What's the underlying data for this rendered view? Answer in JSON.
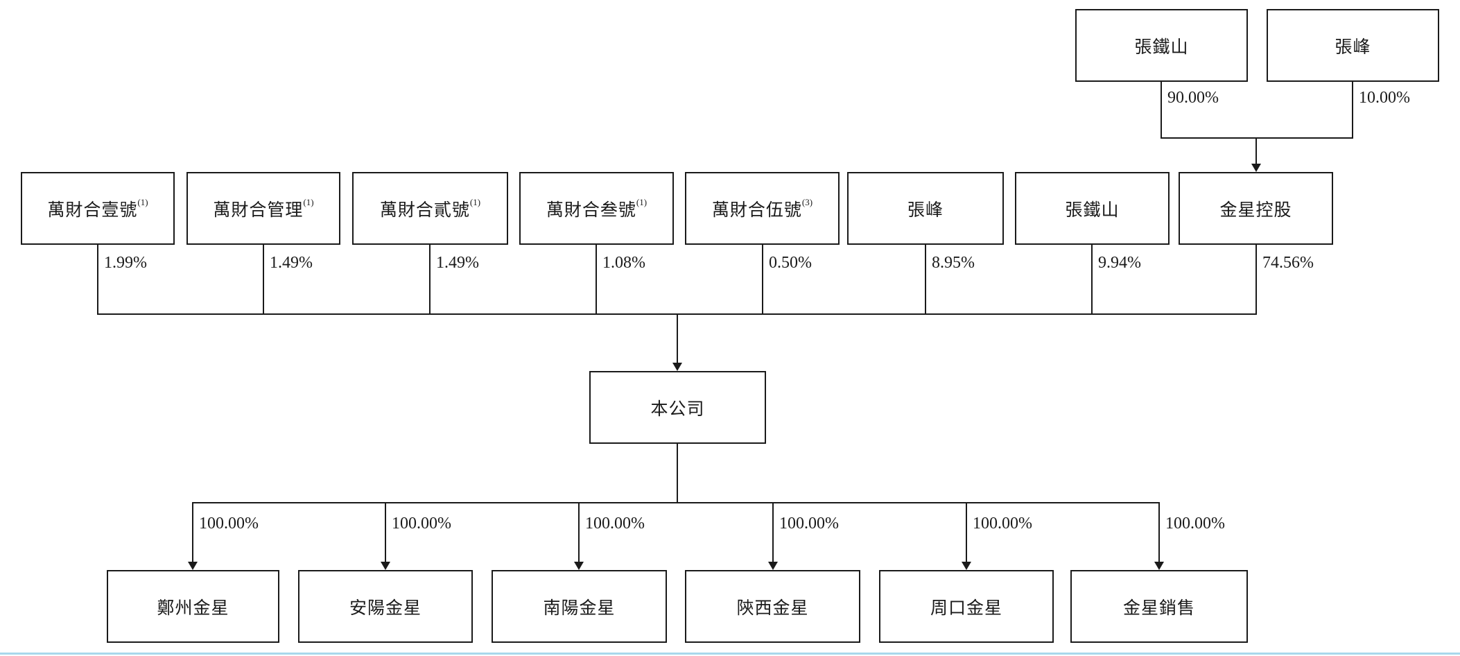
{
  "diagram": {
    "title": "shareholding-structure",
    "top_owners": [
      {
        "label": "張鐵山",
        "pct": "90.00%"
      },
      {
        "label": "張峰",
        "pct": "10.00%"
      }
    ],
    "shareholders": [
      {
        "label": "萬財合壹號",
        "note": "(1)",
        "pct": "1.99%"
      },
      {
        "label": "萬財合管理",
        "note": "(1)",
        "pct": "1.49%"
      },
      {
        "label": "萬財合貳號",
        "note": "(1)",
        "pct": "1.49%"
      },
      {
        "label": "萬財合叁號",
        "note": "(1)",
        "pct": "1.08%"
      },
      {
        "label": "萬財合伍號",
        "note": "(3)",
        "pct": "0.50%"
      },
      {
        "label": "張峰",
        "note": "",
        "pct": "8.95%"
      },
      {
        "label": "張鐵山",
        "note": "",
        "pct": "9.94%"
      },
      {
        "label": "金星控股",
        "note": "",
        "pct": "74.56%"
      }
    ],
    "company": {
      "label": "本公司"
    },
    "subsidiaries": [
      {
        "label": "鄭州金星",
        "pct": "100.00%"
      },
      {
        "label": "安陽金星",
        "pct": "100.00%"
      },
      {
        "label": "南陽金星",
        "pct": "100.00%"
      },
      {
        "label": "陝西金星",
        "pct": "100.00%"
      },
      {
        "label": "周口金星",
        "pct": "100.00%"
      },
      {
        "label": "金星銷售",
        "pct": "100.00%"
      }
    ],
    "colors": {
      "line": "#1a1a1a",
      "bottom_rule": "#a8d8ec"
    }
  }
}
